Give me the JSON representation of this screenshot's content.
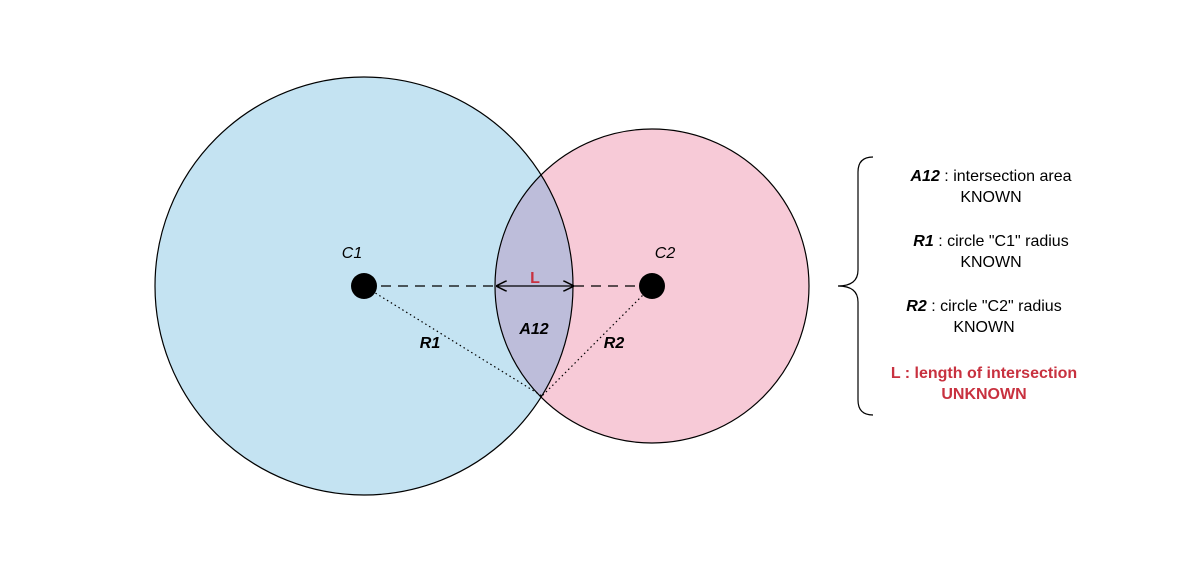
{
  "colors": {
    "circle_c1_fill": "#c4e3f2",
    "circle_c2_fill": "#f7cad7",
    "intersection_fill": "#bdbdda",
    "unknown_text": "#c8313f",
    "stroke": "#000000"
  },
  "diagram": {
    "c1_label": "C1",
    "c2_label": "C2",
    "r1_label": "R1",
    "r2_label": "R2",
    "a12_label": "A12",
    "l_label": "L"
  },
  "legend": {
    "items": [
      {
        "symbol": "A12",
        "text": " : intersection area",
        "status": "KNOWN"
      },
      {
        "symbol": "R1",
        "text": " : circle \"C1\" radius",
        "status": "KNOWN"
      },
      {
        "symbol": "R2",
        "text": " : circle \"C2\" radius",
        "status": "KNOWN"
      }
    ],
    "unknown": {
      "text": "L : length of intersection",
      "status": "UNKNOWN"
    }
  }
}
